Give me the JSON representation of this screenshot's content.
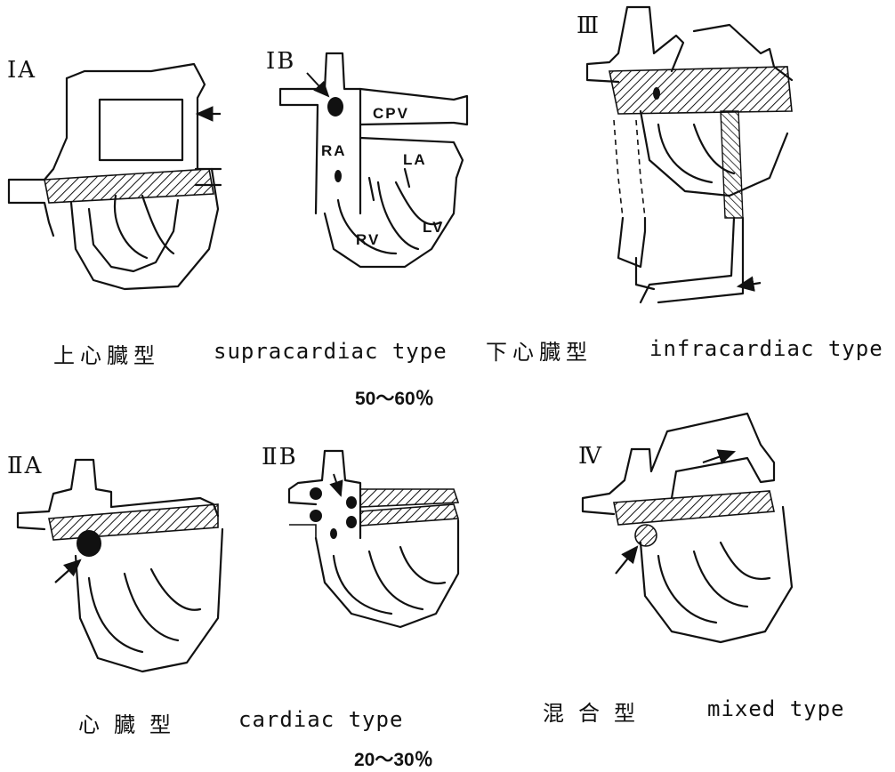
{
  "panels": {
    "IA": {
      "numeral": "ⅠA"
    },
    "IB": {
      "numeral": "ⅠB",
      "labels": {
        "cpv": "CPV",
        "ra": "RA",
        "la": "LA",
        "rv": "RV",
        "lv": "LV"
      }
    },
    "III": {
      "numeral": "Ⅲ"
    },
    "IIA": {
      "numeral": "ⅡA"
    },
    "IIB": {
      "numeral": "ⅡB"
    },
    "IV": {
      "numeral": "Ⅳ"
    }
  },
  "captions": {
    "supracardiac": {
      "ja": "上心臓型",
      "en": "supracardiac type",
      "percent": "50～60％"
    },
    "infracardiac": {
      "ja": "下心臓型",
      "en": "infracardiac type"
    },
    "cardiac": {
      "ja": "心臓型",
      "en": "cardiac type",
      "percent": "20～30％"
    },
    "mixed": {
      "ja": "混合型",
      "en": "mixed type"
    }
  }
}
